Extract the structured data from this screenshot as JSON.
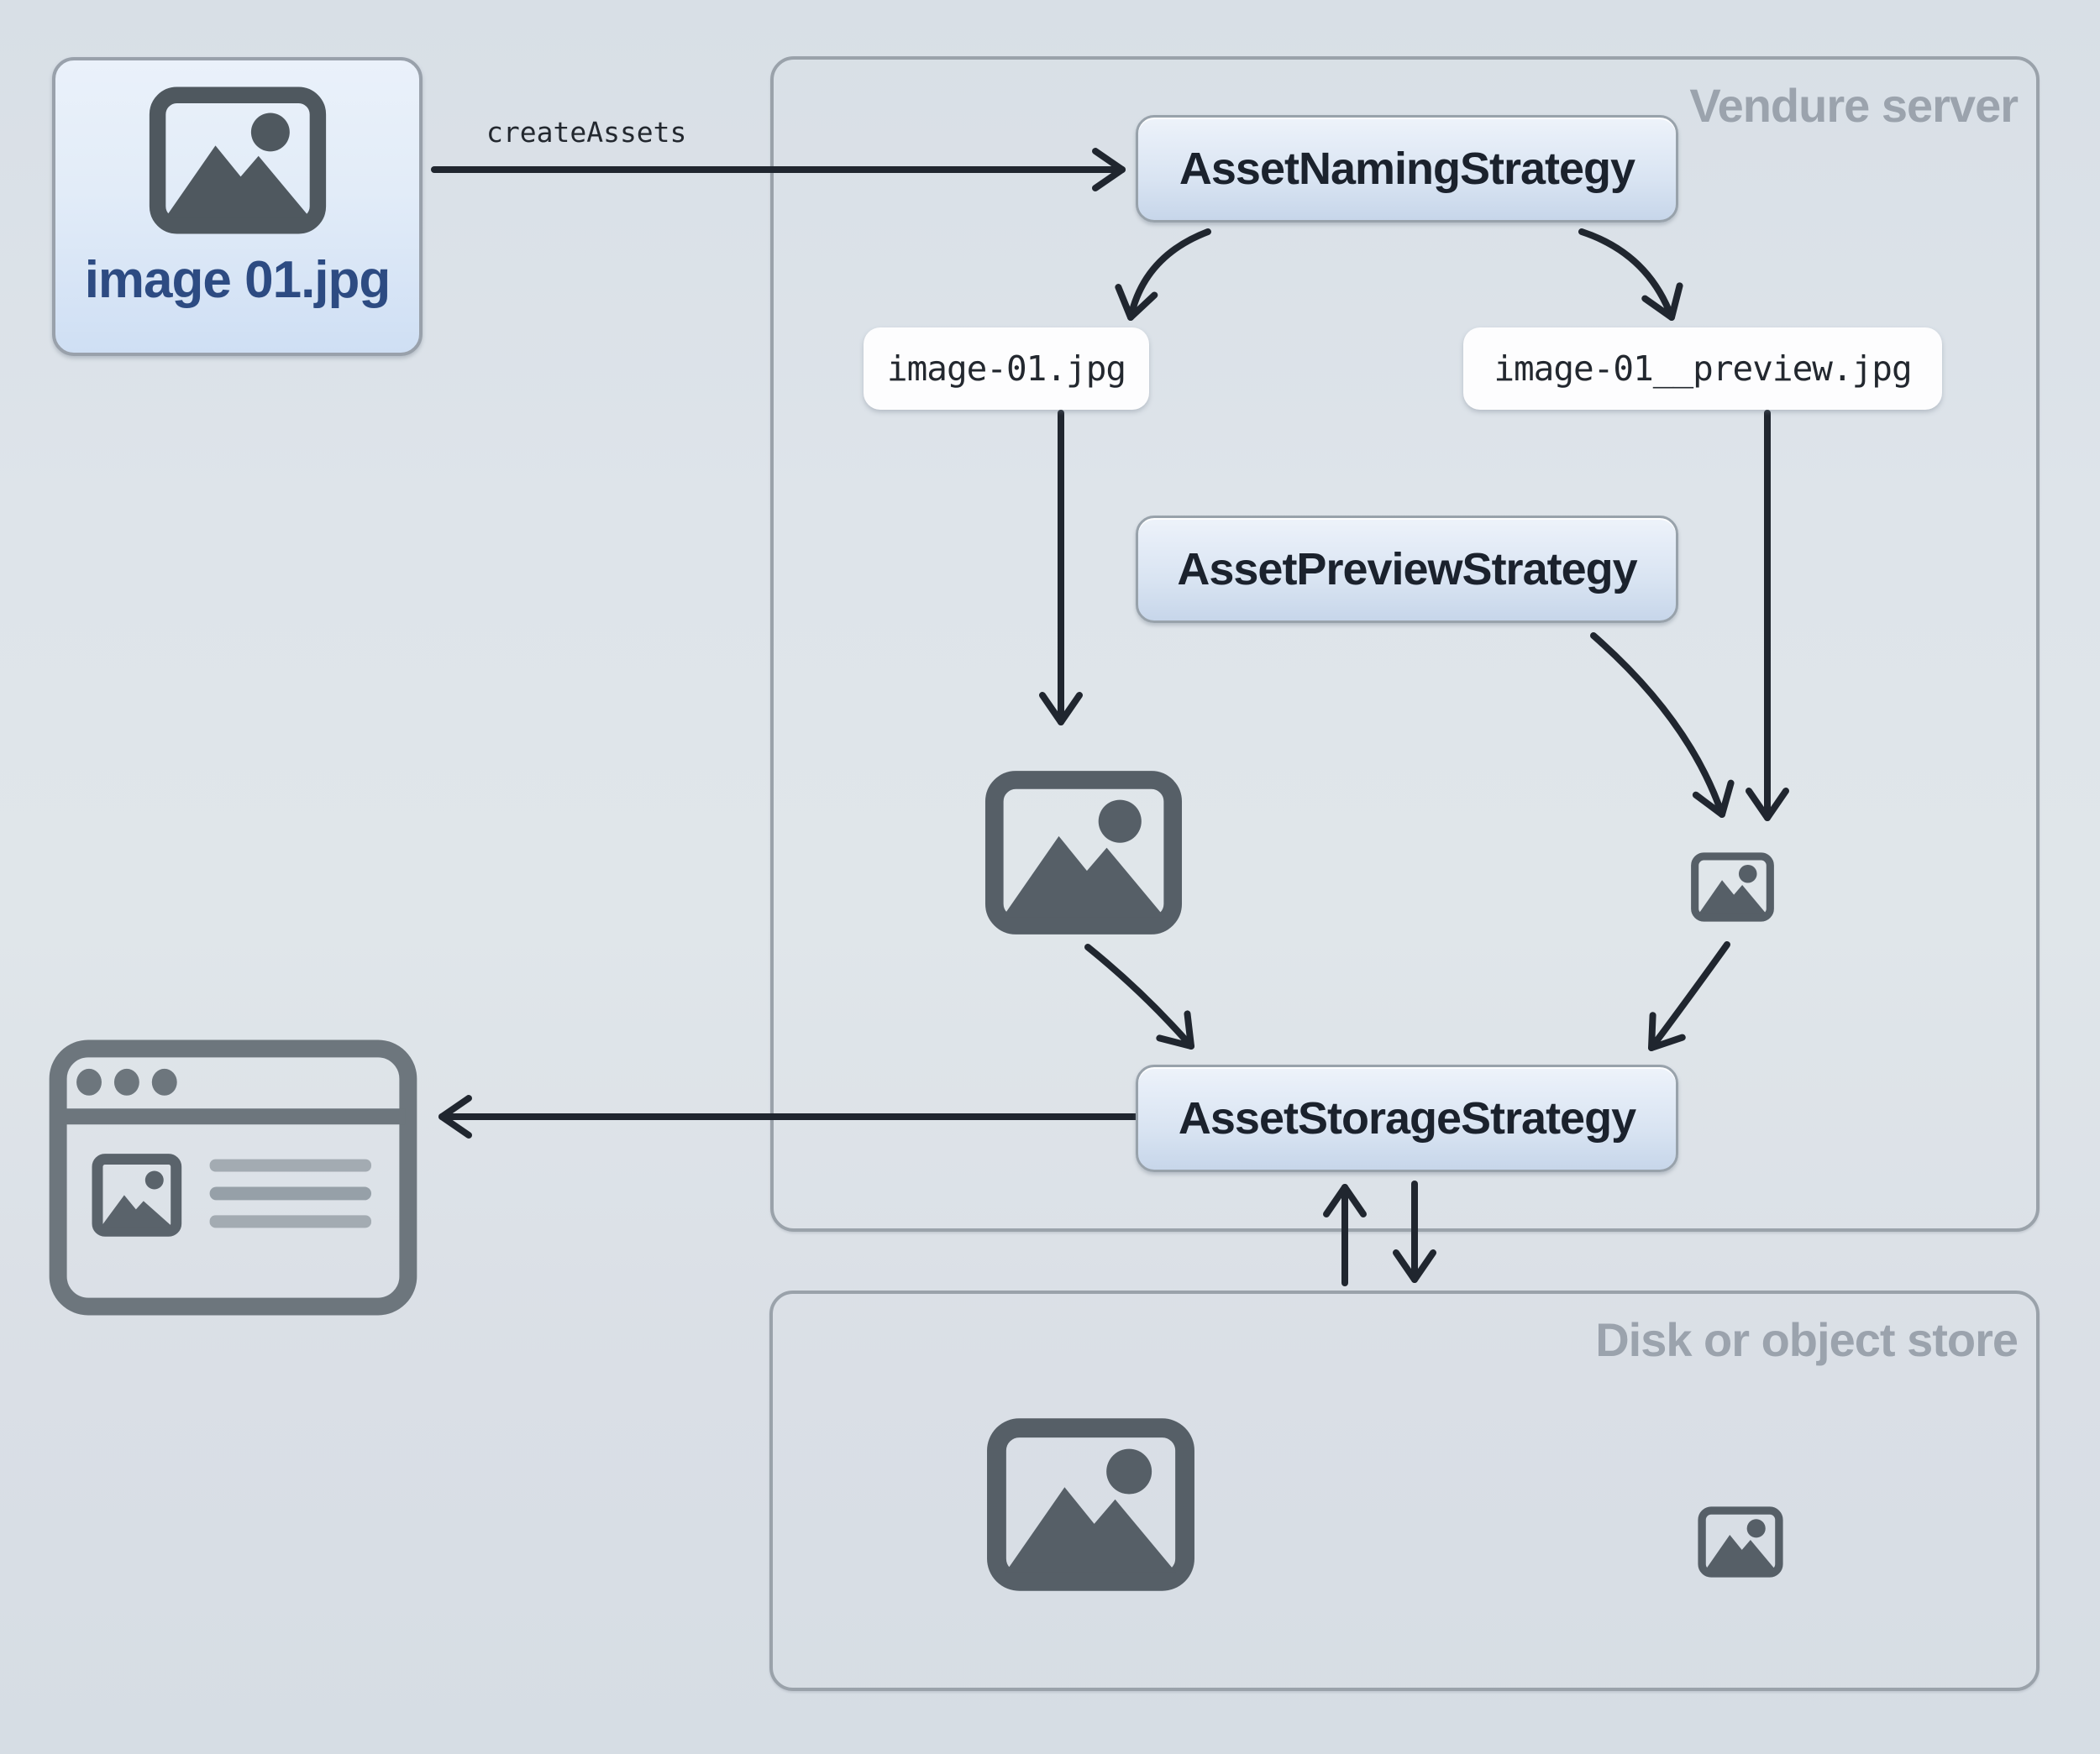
{
  "source_file": {
    "label": "image 01.jpg"
  },
  "flow": {
    "create_assets_label": "createAssets"
  },
  "vendure": {
    "label": "Vendure server",
    "naming_strategy": "AssetNamingStrategy",
    "preview_strategy": "AssetPreviewStrategy",
    "storage_strategy": "AssetStorageStrategy",
    "source_filename": "image-01.jpg",
    "preview_filename": "image-01__preview.jpg"
  },
  "disk": {
    "label": "Disk or object store"
  },
  "icons": {
    "image_icon": "image-icon",
    "image_small_icon": "image-small-icon",
    "browser_icon": "browser-window-icon"
  },
  "colors": {
    "background": "#dce3e9",
    "container_border": "#9aa2aa",
    "container_label": "#9ba3ad",
    "box_gradient_top": "#eef3fa",
    "box_gradient_bottom": "#c7d6ea",
    "box_text": "#1b222d",
    "pill_background": "#fdfdfe",
    "code_text": "#23282f",
    "file_label_text": "#2d4b82",
    "icon_gray": "#565f67",
    "browser_gray": "#6d767d",
    "arrow": "#20262f"
  }
}
